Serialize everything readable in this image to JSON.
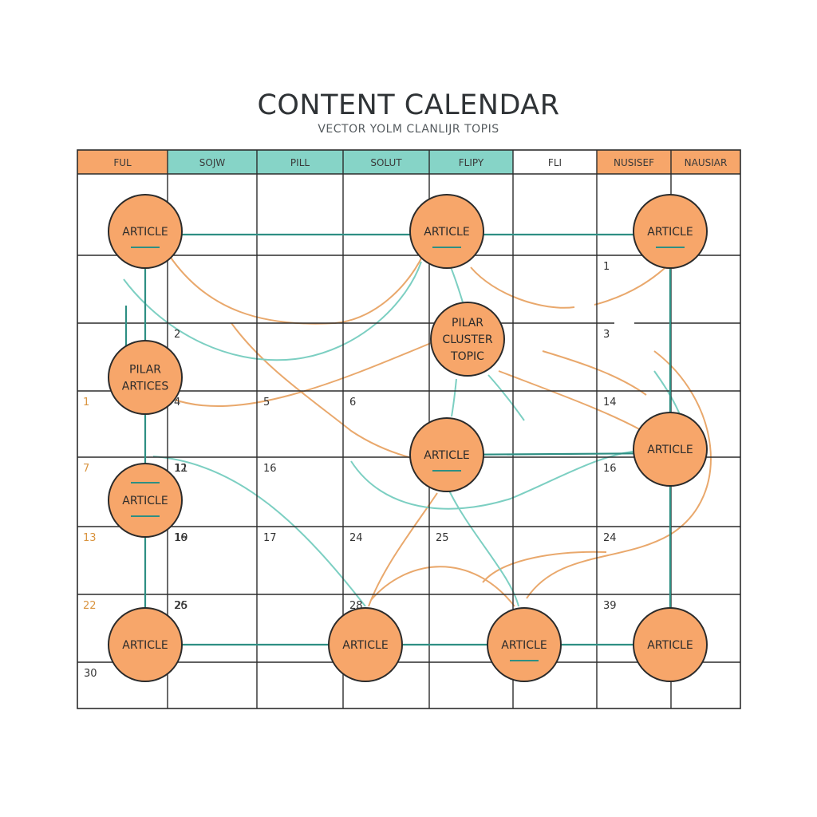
{
  "title": "CONTENT CALENDAR",
  "subtitle": "VECTOR YOLM CLANLIJR TOPIS",
  "colors": {
    "orange": "#f7a66a",
    "teal": "#86d4c7",
    "grid": "#2c2c2c",
    "link_teal": "#2e8f83",
    "curve_orange": "#e9a86c",
    "curve_teal": "#7ccfc2"
  },
  "header": [
    {
      "label": "FUL",
      "color": "orange"
    },
    {
      "label": "SOJW",
      "color": "teal"
    },
    {
      "label": "PILL",
      "color": "teal"
    },
    {
      "label": "SOLUT",
      "color": "teal"
    },
    {
      "label": "FLIPY",
      "color": "teal"
    },
    {
      "label": "FLI",
      "color": "white"
    },
    {
      "label": "NUSISEF",
      "color": "orange"
    },
    {
      "label": "NAUSIAR",
      "color": "orange"
    }
  ],
  "cell_numbers": [
    {
      "row": 1,
      "col": 6,
      "value": "1"
    },
    {
      "row": 2,
      "col": 1,
      "value": "2"
    },
    {
      "row": 2,
      "col": 6,
      "value": "3"
    },
    {
      "row": 3,
      "col": 0,
      "value": "1",
      "orange": true
    },
    {
      "row": 3,
      "col": 1,
      "value": "4"
    },
    {
      "row": 3,
      "col": 2,
      "value": "5"
    },
    {
      "row": 3,
      "col": 3,
      "value": "6"
    },
    {
      "row": 3,
      "col": 6,
      "value": "14"
    },
    {
      "row": 4,
      "col": 0,
      "value": "7",
      "orange": true
    },
    {
      "row": 4,
      "col": 0,
      "value": "11",
      "offset": true
    },
    {
      "row": 4,
      "col": 1,
      "value": "12"
    },
    {
      "row": 4,
      "col": 2,
      "value": "16"
    },
    {
      "row": 4,
      "col": 6,
      "value": "16"
    },
    {
      "row": 5,
      "col": 0,
      "value": "13",
      "orange": true
    },
    {
      "row": 5,
      "col": 0,
      "value": "19",
      "offset": true
    },
    {
      "row": 5,
      "col": 1,
      "value": "16"
    },
    {
      "row": 5,
      "col": 2,
      "value": "17"
    },
    {
      "row": 5,
      "col": 3,
      "value": "24"
    },
    {
      "row": 5,
      "col": 4,
      "value": "25"
    },
    {
      "row": 5,
      "col": 6,
      "value": "24"
    },
    {
      "row": 6,
      "col": 0,
      "value": "22",
      "orange": true
    },
    {
      "row": 6,
      "col": 0,
      "value": "25",
      "offset": true
    },
    {
      "row": 6,
      "col": 1,
      "value": "26"
    },
    {
      "row": 6,
      "col": 3,
      "value": "28"
    },
    {
      "row": 6,
      "col": 6,
      "value": "39"
    },
    {
      "row": 7,
      "col": 0,
      "value": "30"
    }
  ],
  "nodes": [
    {
      "id": "article-1",
      "lines": [
        "ARTICLE"
      ],
      "underline": "below"
    },
    {
      "id": "article-2",
      "lines": [
        "ARTICLE"
      ],
      "underline": "below"
    },
    {
      "id": "article-3",
      "lines": [
        "ARTICLE"
      ],
      "underline": "below"
    },
    {
      "id": "pillar-cluster",
      "lines": [
        "PILAR",
        "CLUSTER",
        "TOPIC"
      ],
      "underline": "none"
    },
    {
      "id": "pillar-articles",
      "lines": [
        "PILAR",
        "ARTICES"
      ],
      "underline": "none"
    },
    {
      "id": "article-4",
      "lines": [
        "ARTICLE"
      ],
      "underline": "below"
    },
    {
      "id": "article-5",
      "lines": [
        "ARTICLE"
      ],
      "underline": "none"
    },
    {
      "id": "article-6",
      "lines": [
        "ARTICLE"
      ],
      "underline": "both"
    },
    {
      "id": "article-7",
      "lines": [
        "ARTICLE"
      ],
      "underline": "none"
    },
    {
      "id": "article-8",
      "lines": [
        "ARTICLE"
      ],
      "underline": "none"
    },
    {
      "id": "article-9",
      "lines": [
        "ARTICLE"
      ],
      "underline": "below"
    },
    {
      "id": "article-10",
      "lines": [
        "ARTICLE"
      ],
      "underline": "none"
    }
  ]
}
